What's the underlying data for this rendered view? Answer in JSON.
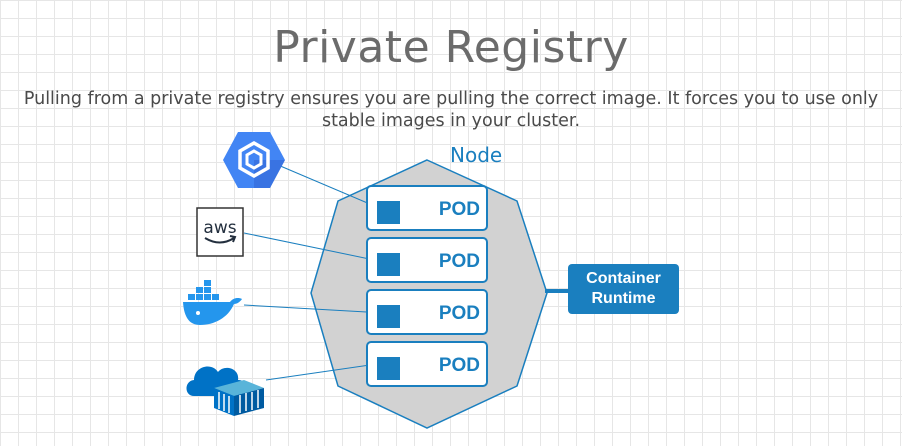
{
  "title": "Private Registry",
  "subtitle": "Pulling from a private registry ensures you are pulling the correct image. It forces you to use only stable images in your cluster.",
  "node": {
    "label": "Node"
  },
  "pods": [
    {
      "label": "POD"
    },
    {
      "label": "POD"
    },
    {
      "label": "POD"
    },
    {
      "label": "POD"
    }
  ],
  "runtime": {
    "label": "Container Runtime"
  },
  "registries": [
    {
      "icon": "google-container-registry-icon"
    },
    {
      "icon": "aws-icon",
      "text": "aws"
    },
    {
      "icon": "docker-icon"
    },
    {
      "icon": "azure-container-registry-icon"
    }
  ],
  "colors": {
    "accent": "#1a7fbf",
    "node_fill": "#d2d2d2",
    "google_blue": "#4285f4",
    "docker_blue": "#2496ed",
    "azure_blue": "#0072c6"
  }
}
